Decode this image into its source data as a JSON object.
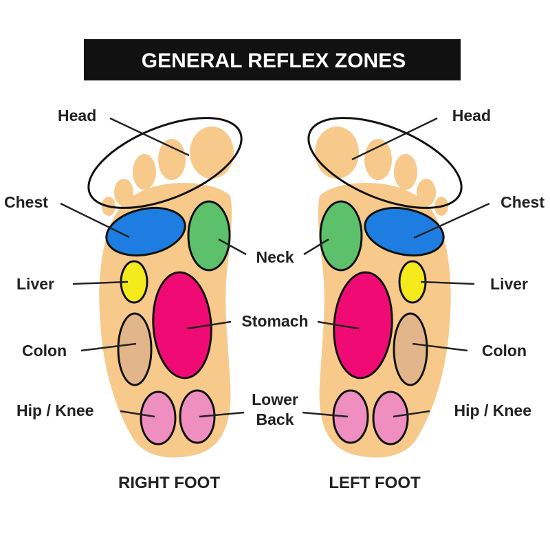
{
  "title": "GENERAL REFLEX ZONES",
  "colors": {
    "skin": "#f7c98b",
    "outline": "#111111",
    "title_bg": "#111111",
    "head_zone": "#f7c98b",
    "chest": "#1e7de0",
    "neck": "#5cc16a",
    "liver": "#f5eb1c",
    "stomach": "#ef0b73",
    "colon": "#e2b68a",
    "hip_knee": "#ef8fc0",
    "lower_back": "#ef8fc0",
    "text": "#222222"
  },
  "zones": [
    {
      "id": "head",
      "label": "Head",
      "side": "both"
    },
    {
      "id": "chest",
      "label": "Chest",
      "side": "both"
    },
    {
      "id": "neck",
      "label": "Neck",
      "side": "center"
    },
    {
      "id": "liver",
      "label": "Liver",
      "side": "both"
    },
    {
      "id": "stomach",
      "label": "Stomach",
      "side": "center"
    },
    {
      "id": "colon",
      "label": "Colon",
      "side": "both"
    },
    {
      "id": "lower_back",
      "label_lines": [
        "Lower",
        "Back"
      ],
      "side": "center"
    },
    {
      "id": "hip_knee",
      "label": "Hip / Knee",
      "side": "both"
    }
  ],
  "labels": {
    "head_right": "Head",
    "head_left": "Head",
    "chest_right": "Chest",
    "chest_left": "Chest",
    "neck": "Neck",
    "liver_right": "Liver",
    "liver_left": "Liver",
    "stomach": "Stomach",
    "colon_right": "Colon",
    "colon_left": "Colon",
    "lower_back_line1": "Lower",
    "lower_back_line2": "Back",
    "hip_knee_right": "Hip / Knee",
    "hip_knee_left": "Hip / Knee"
  },
  "feet": {
    "right": "RIGHT FOOT",
    "left": "LEFT FOOT"
  }
}
